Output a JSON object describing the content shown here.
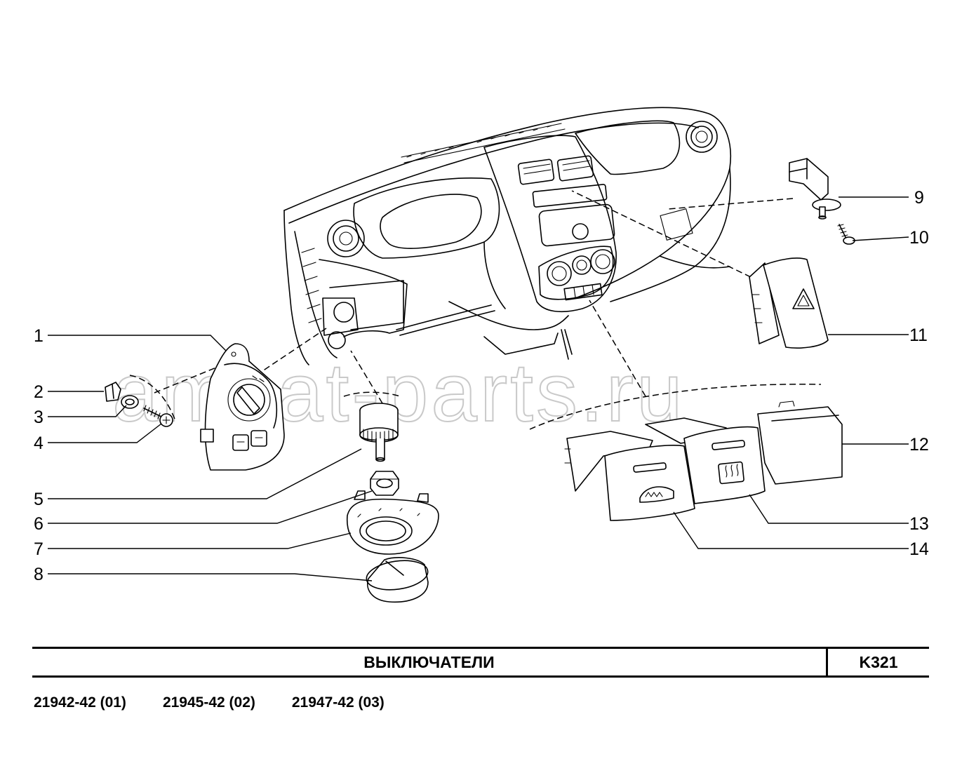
{
  "title": "ВЫКЛЮЧАТЕЛИ",
  "page_code": "K321",
  "models": [
    "21942-42 (01)",
    "21945-42 (02)",
    "21947-42 (03)"
  ],
  "watermark": "amsat-parts.ru",
  "callouts": [
    "1",
    "2",
    "3",
    "4",
    "5",
    "6",
    "7",
    "8",
    "9",
    "10",
    "11",
    "12",
    "13",
    "14"
  ]
}
